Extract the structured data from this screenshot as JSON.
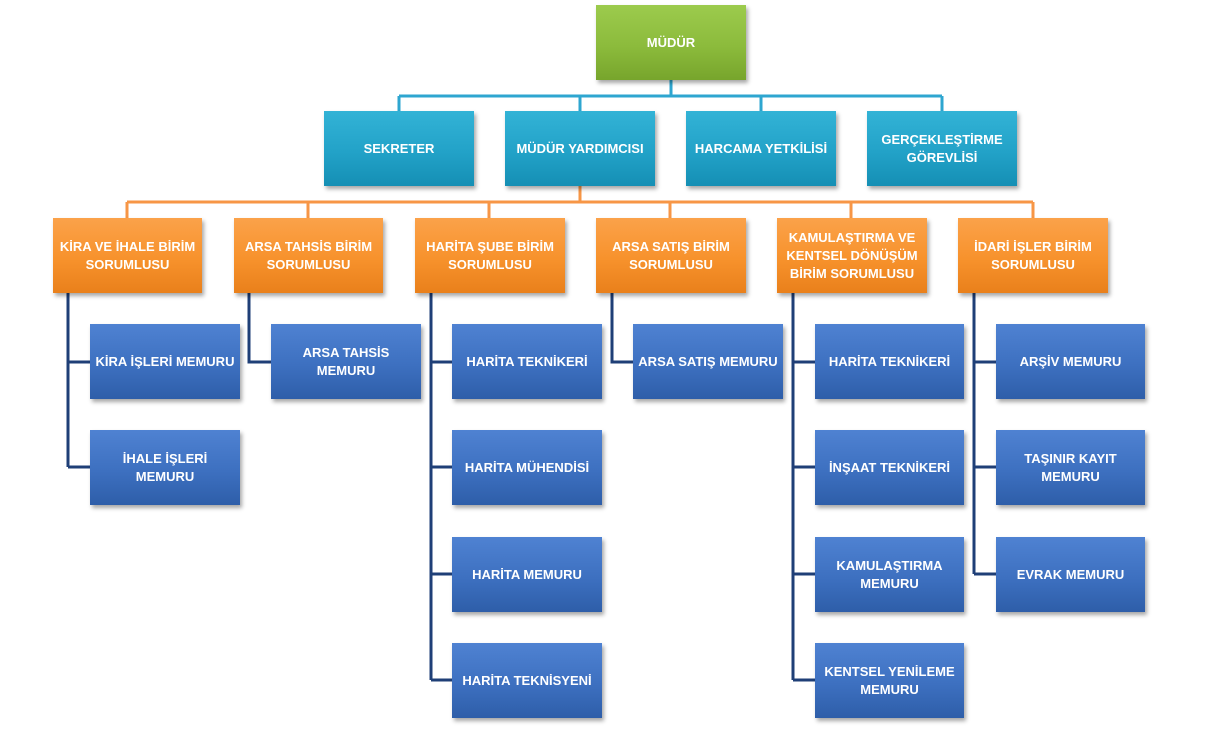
{
  "director": {
    "label": "MÜDÜR",
    "color": "#8DBB3E"
  },
  "staff": [
    {
      "label": "SEKRETER"
    },
    {
      "label": "MÜDÜR YARDIMCISI"
    },
    {
      "label": "HARCAMA YETKİLİSİ"
    },
    {
      "label": "GERÇEKLEŞTİRME GÖREVLİSİ"
    }
  ],
  "units": [
    {
      "label": "KİRA VE İHALE BİRİM SORUMLUSU",
      "staff": [
        {
          "label": "KİRA İŞLERİ MEMURU"
        },
        {
          "label": "İHALE İŞLERİ MEMURU"
        }
      ]
    },
    {
      "label": "ARSA TAHSİS BİRİM SORUMLUSU",
      "staff": [
        {
          "label": "ARSA TAHSİS MEMURU"
        }
      ]
    },
    {
      "label": "HARİTA ŞUBE BİRİM SORUMLUSU",
      "staff": [
        {
          "label": "HARİTA TEKNİKERİ"
        },
        {
          "label": "HARİTA MÜHENDİSİ"
        },
        {
          "label": "HARİTA MEMURU"
        },
        {
          "label": "HARİTA TEKNİSYENİ"
        }
      ]
    },
    {
      "label": "ARSA SATIŞ BİRİM SORUMLUSU",
      "staff": [
        {
          "label": "ARSA SATIŞ MEMURU"
        }
      ]
    },
    {
      "label": "KAMULAŞTIRMA VE KENTSEL DÖNÜŞÜM BİRİM SORUMLUSU",
      "staff": [
        {
          "label": "HARİTA TEKNİKERİ"
        },
        {
          "label": "İNŞAAT TEKNİKERİ"
        },
        {
          "label": "KAMULAŞTIRMA MEMURU"
        },
        {
          "label": "KENTSEL YENİLEME MEMURU"
        }
      ]
    },
    {
      "label": "İDARİ İŞLER BİRİM SORUMLUSU",
      "staff": [
        {
          "label": "ARŞİV MEMURU"
        },
        {
          "label": "TAŞINIR KAYIT MEMURU"
        },
        {
          "label": "EVRAK MEMURU"
        }
      ]
    }
  ],
  "colors": {
    "director": "#8DBB3E",
    "staff": "#23A3C9",
    "unit": "#F7922C",
    "member": "#3D70C0",
    "staff_connector": "#2EA6D0",
    "unit_connector": "#F79646",
    "member_connector": "#1F3F77"
  }
}
